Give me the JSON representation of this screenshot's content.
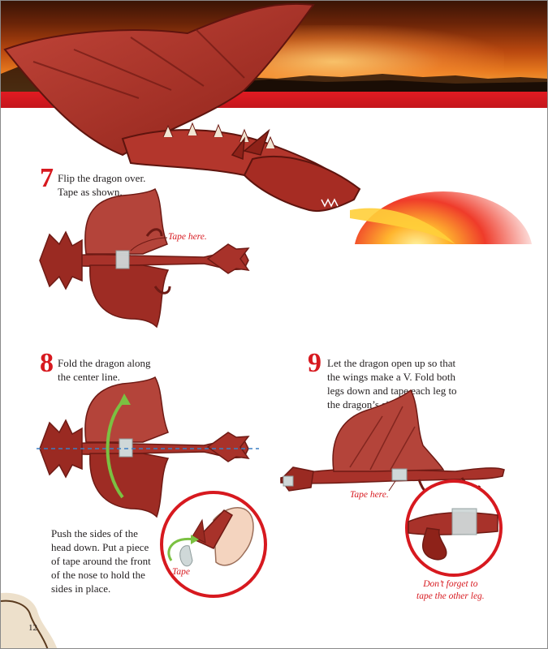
{
  "page": {
    "number": "12"
  },
  "step7": {
    "number": "7",
    "line1": "Flip the dragon over.",
    "line2": "Tape as shown.",
    "tape_label": "Tape here."
  },
  "step8": {
    "number": "8",
    "line1": "Fold the dragon along",
    "line2": "the center line."
  },
  "step9": {
    "number": "9",
    "line1": "Let the dragon open up so that",
    "line2": "the wings make a V. Fold both",
    "line3": "legs down and tape each leg to",
    "line4": "the dragon’s side.",
    "tape_label": "Tape here."
  },
  "head_note": {
    "line1": "Push the sides of the",
    "line2": "head down. Put a piece",
    "line3": "of tape around the front",
    "line4": "of the nose to hold the",
    "line5": "sides in place.",
    "tape_label": "Tape"
  },
  "leg_note": {
    "line1": "Don’t forget to",
    "line2": "tape the other leg."
  },
  "colors": {
    "accent_red": "#d7191f",
    "dragon_red": "#a8322a",
    "dragon_dark": "#6e1a14",
    "tape": "#cfd8d8",
    "arrow_green": "#7bc142",
    "fold_line": "#3b7fc4"
  }
}
